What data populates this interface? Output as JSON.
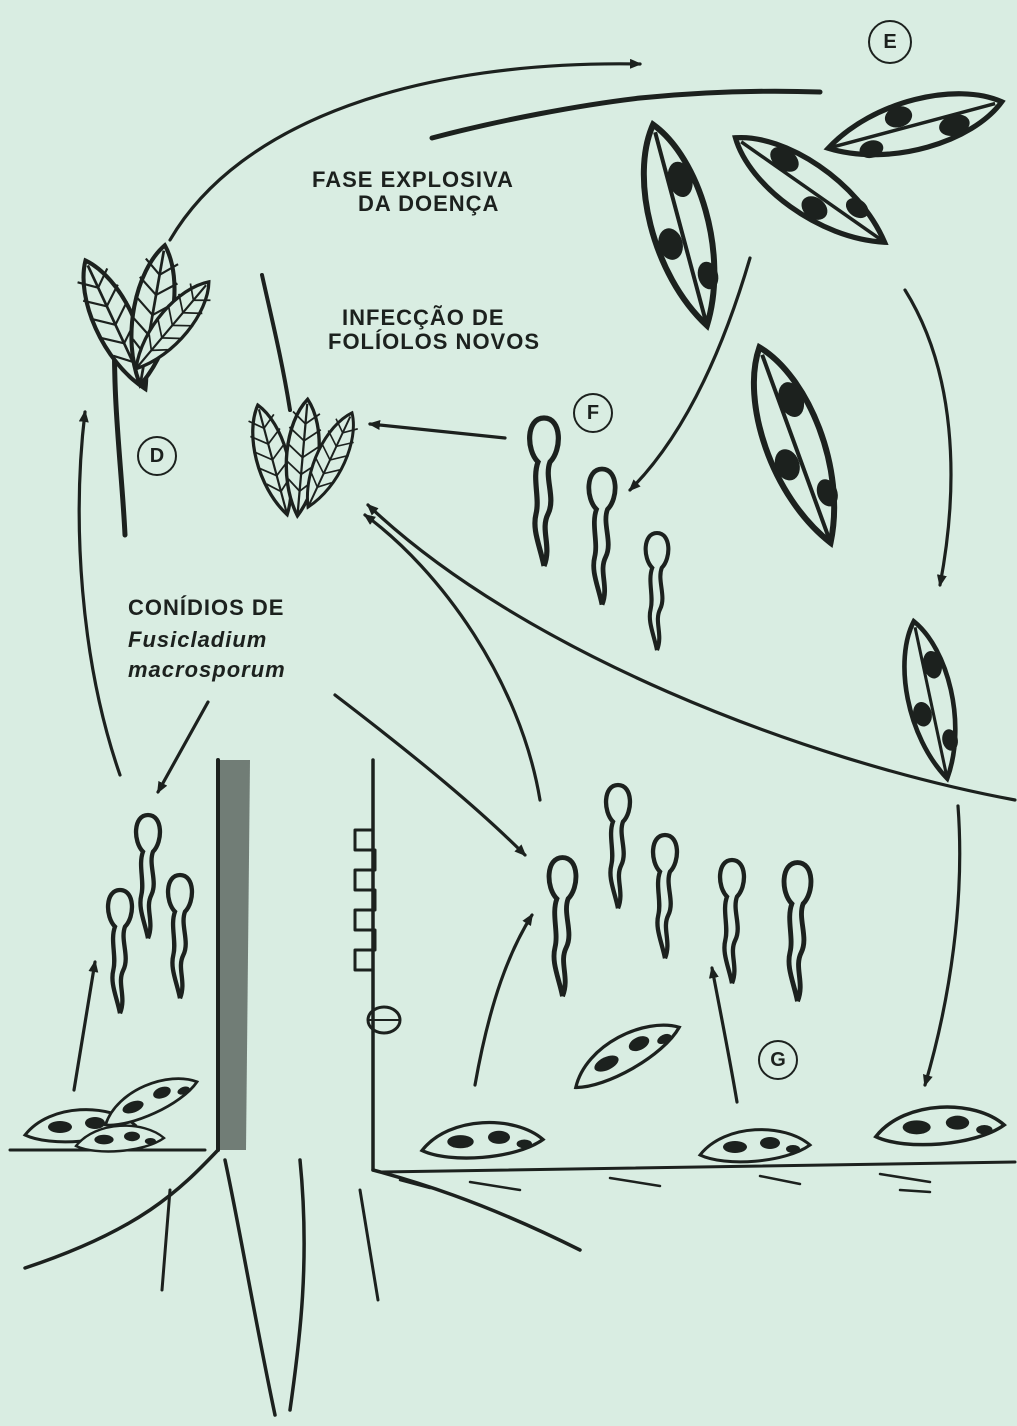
{
  "labels": {
    "fase_explosiva": [
      "FASE EXPLOSIVA",
      "DA DOENÇA"
    ],
    "infeccao": [
      "INFECÇÃO DE",
      "FOLÍOLOS NOVOS"
    ],
    "conidios": [
      "CONÍDIOS DE",
      "Fusicladium",
      "macrosporum"
    ]
  },
  "markers": {
    "d": "D",
    "e": "E",
    "f": "F",
    "g": "G"
  },
  "colors": {
    "background": "#d9ede2",
    "ink": "#1c211e"
  }
}
